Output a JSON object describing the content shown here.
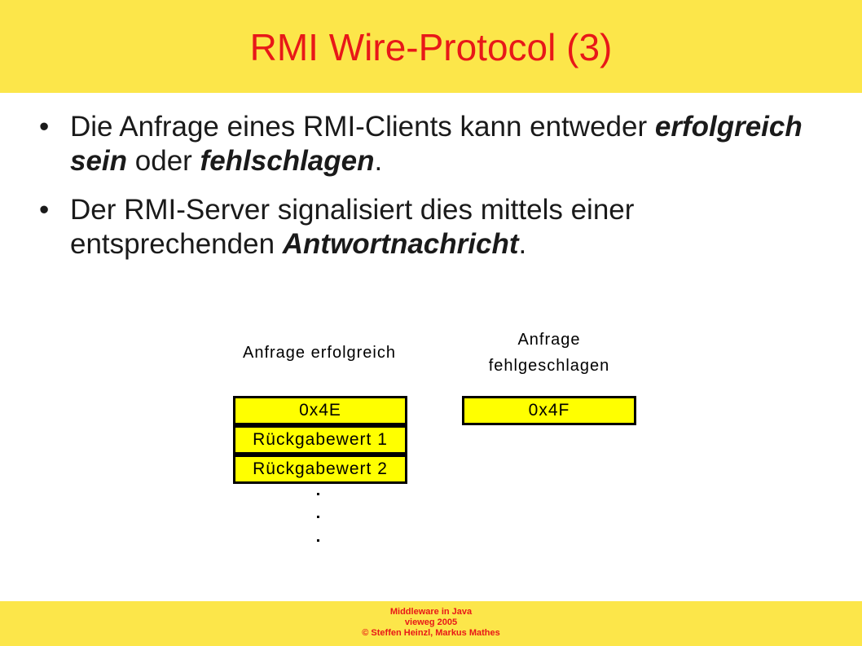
{
  "slide": {
    "title": "RMI Wire-Protocol (3)",
    "bullets": [
      {
        "bullet": "•",
        "parts": [
          "Die Anfrage eines RMI-Clients kann entweder ",
          "erfolgreich sein",
          " oder ",
          "fehlschlagen",
          "."
        ]
      },
      {
        "bullet": "•",
        "parts": [
          "Der RMI-Server signalisiert dies mittels einer entsprechenden ",
          "Antwortnachricht",
          "."
        ]
      }
    ]
  },
  "diagram": {
    "success": {
      "label": "Anfrage erfolgreich",
      "boxes": [
        "0x4E",
        "Rückgabewert 1",
        "Rückgabewert 2"
      ]
    },
    "failure": {
      "label_line1": "Anfrage",
      "label_line2": "fehlgeschlagen",
      "boxes": [
        "0x4F"
      ]
    }
  },
  "footer": {
    "line1": "Middleware in Java",
    "line2": "vieweg 2005",
    "line3": "© Steffen Heinzl, Markus Mathes"
  },
  "colors": {
    "header_bg": "#fce64a",
    "title_text": "#e81818",
    "box_fill": "#ffff00"
  }
}
